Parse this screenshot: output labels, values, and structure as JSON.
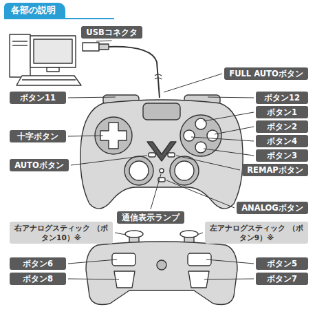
{
  "diagram": {
    "title": "各部の説明",
    "nodes": [
      {
        "text": [
          "USBコネクタ"
        ]
      },
      {
        "text": [
          "FULL AUTOボタン"
        ]
      },
      {
        "text": [
          "ボタン11"
        ]
      },
      {
        "text": [
          "ボタン12"
        ]
      },
      {
        "text": [
          "ボタン1"
        ]
      },
      {
        "text": [
          "ボタン2"
        ]
      },
      {
        "text": [
          "十字ボタン"
        ]
      },
      {
        "text": [
          "ボタン4"
        ]
      },
      {
        "text": [
          "ボタン3"
        ]
      },
      {
        "text": [
          "AUTOボタン"
        ]
      },
      {
        "text": [
          "REMAPボタン"
        ]
      },
      {
        "text": [
          "ANALOGボタン"
        ]
      },
      {
        "text": [
          "通信表示ランプ"
        ]
      },
      {
        "text": [
          "右アナログスティック （ボタン10）※"
        ]
      },
      {
        "text": [
          "左アナログスティック （ボタン9）※"
        ]
      },
      {
        "text": [
          "ボタン6"
        ]
      },
      {
        "text": [
          "ボタン5"
        ]
      },
      {
        "text": [
          "ボタン8"
        ]
      },
      {
        "text": [
          "ボタン7"
        ]
      }
    ]
  }
}
